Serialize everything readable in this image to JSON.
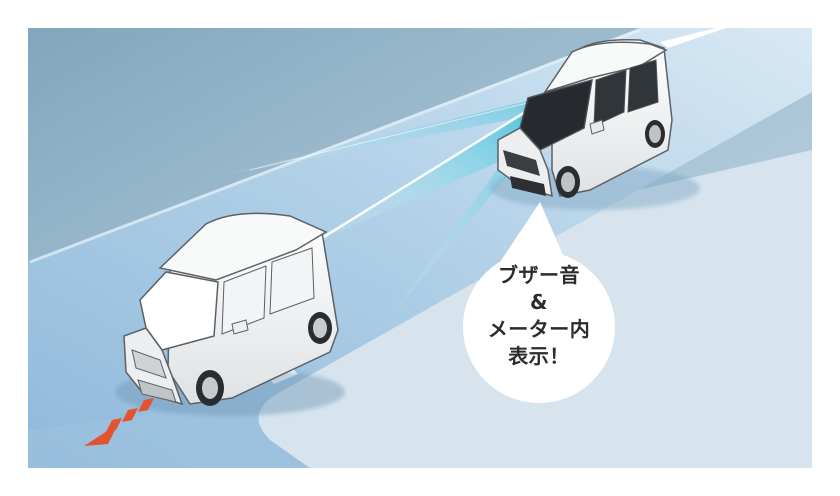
{
  "callout": {
    "line1": "ブザー音",
    "line2": "&",
    "line3": "メーター内",
    "line4": "表示！"
  },
  "colors": {
    "background_top": "#8fb0c4",
    "background_bottom": "#c5d8e6",
    "road": "#a9cbe3",
    "road_center": "#c2daec",
    "sensor_beam": "#39c6dc",
    "warning_arrow": "#e4522e",
    "car_body": "#f3f4f4",
    "bubble": "#ffffff"
  },
  "icons": {
    "front_car": "white-kei-van-front-car-icon",
    "rear_car": "white-kei-van-rear-car-icon",
    "warning_arrow": "red-dashed-arrow-icon"
  }
}
